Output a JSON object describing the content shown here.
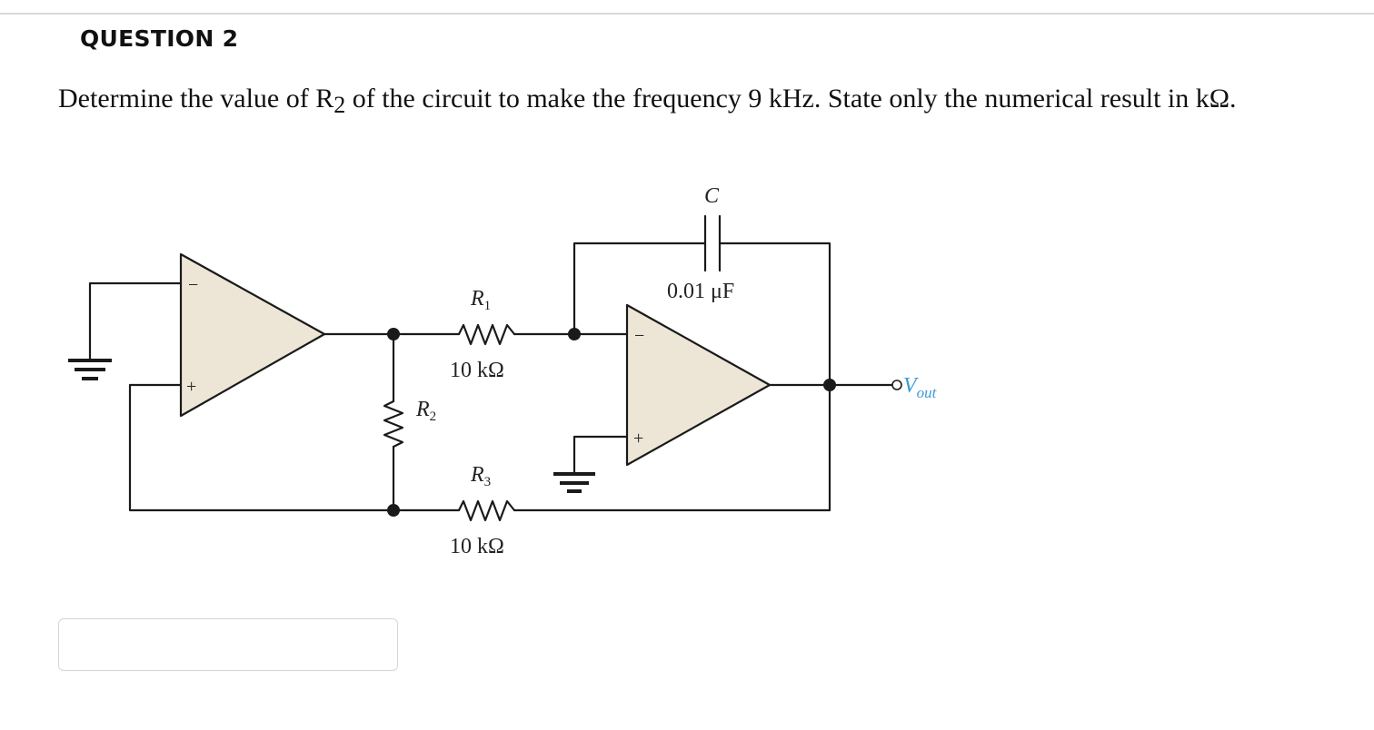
{
  "question": {
    "heading": "QUESTION 2",
    "text_before_sub": "Determine the value of R",
    "text_sub": "2",
    "text_after_sub": " of the circuit to make the frequency 9 kHz. State only the numerical result in kΩ."
  },
  "circuit": {
    "capacitor_label": "C",
    "capacitor_value": "0.01 μF",
    "r1_letter": "R",
    "r1_index": "1",
    "r1_value": "10 kΩ",
    "r2_letter": "R",
    "r2_index": "2",
    "r3_letter": "R",
    "r3_index": "3",
    "r3_value": "10 kΩ",
    "vout_letter": "V",
    "vout_index": "out",
    "opamp1_minus": "−",
    "opamp1_plus": "+",
    "opamp2_minus": "−",
    "opamp2_plus": "+"
  },
  "answer": {
    "value": "",
    "placeholder": ""
  },
  "colors": {
    "opamp_fill": "#ede6d6",
    "wire": "#1a1a1a",
    "vout": "#3a9ad9"
  }
}
